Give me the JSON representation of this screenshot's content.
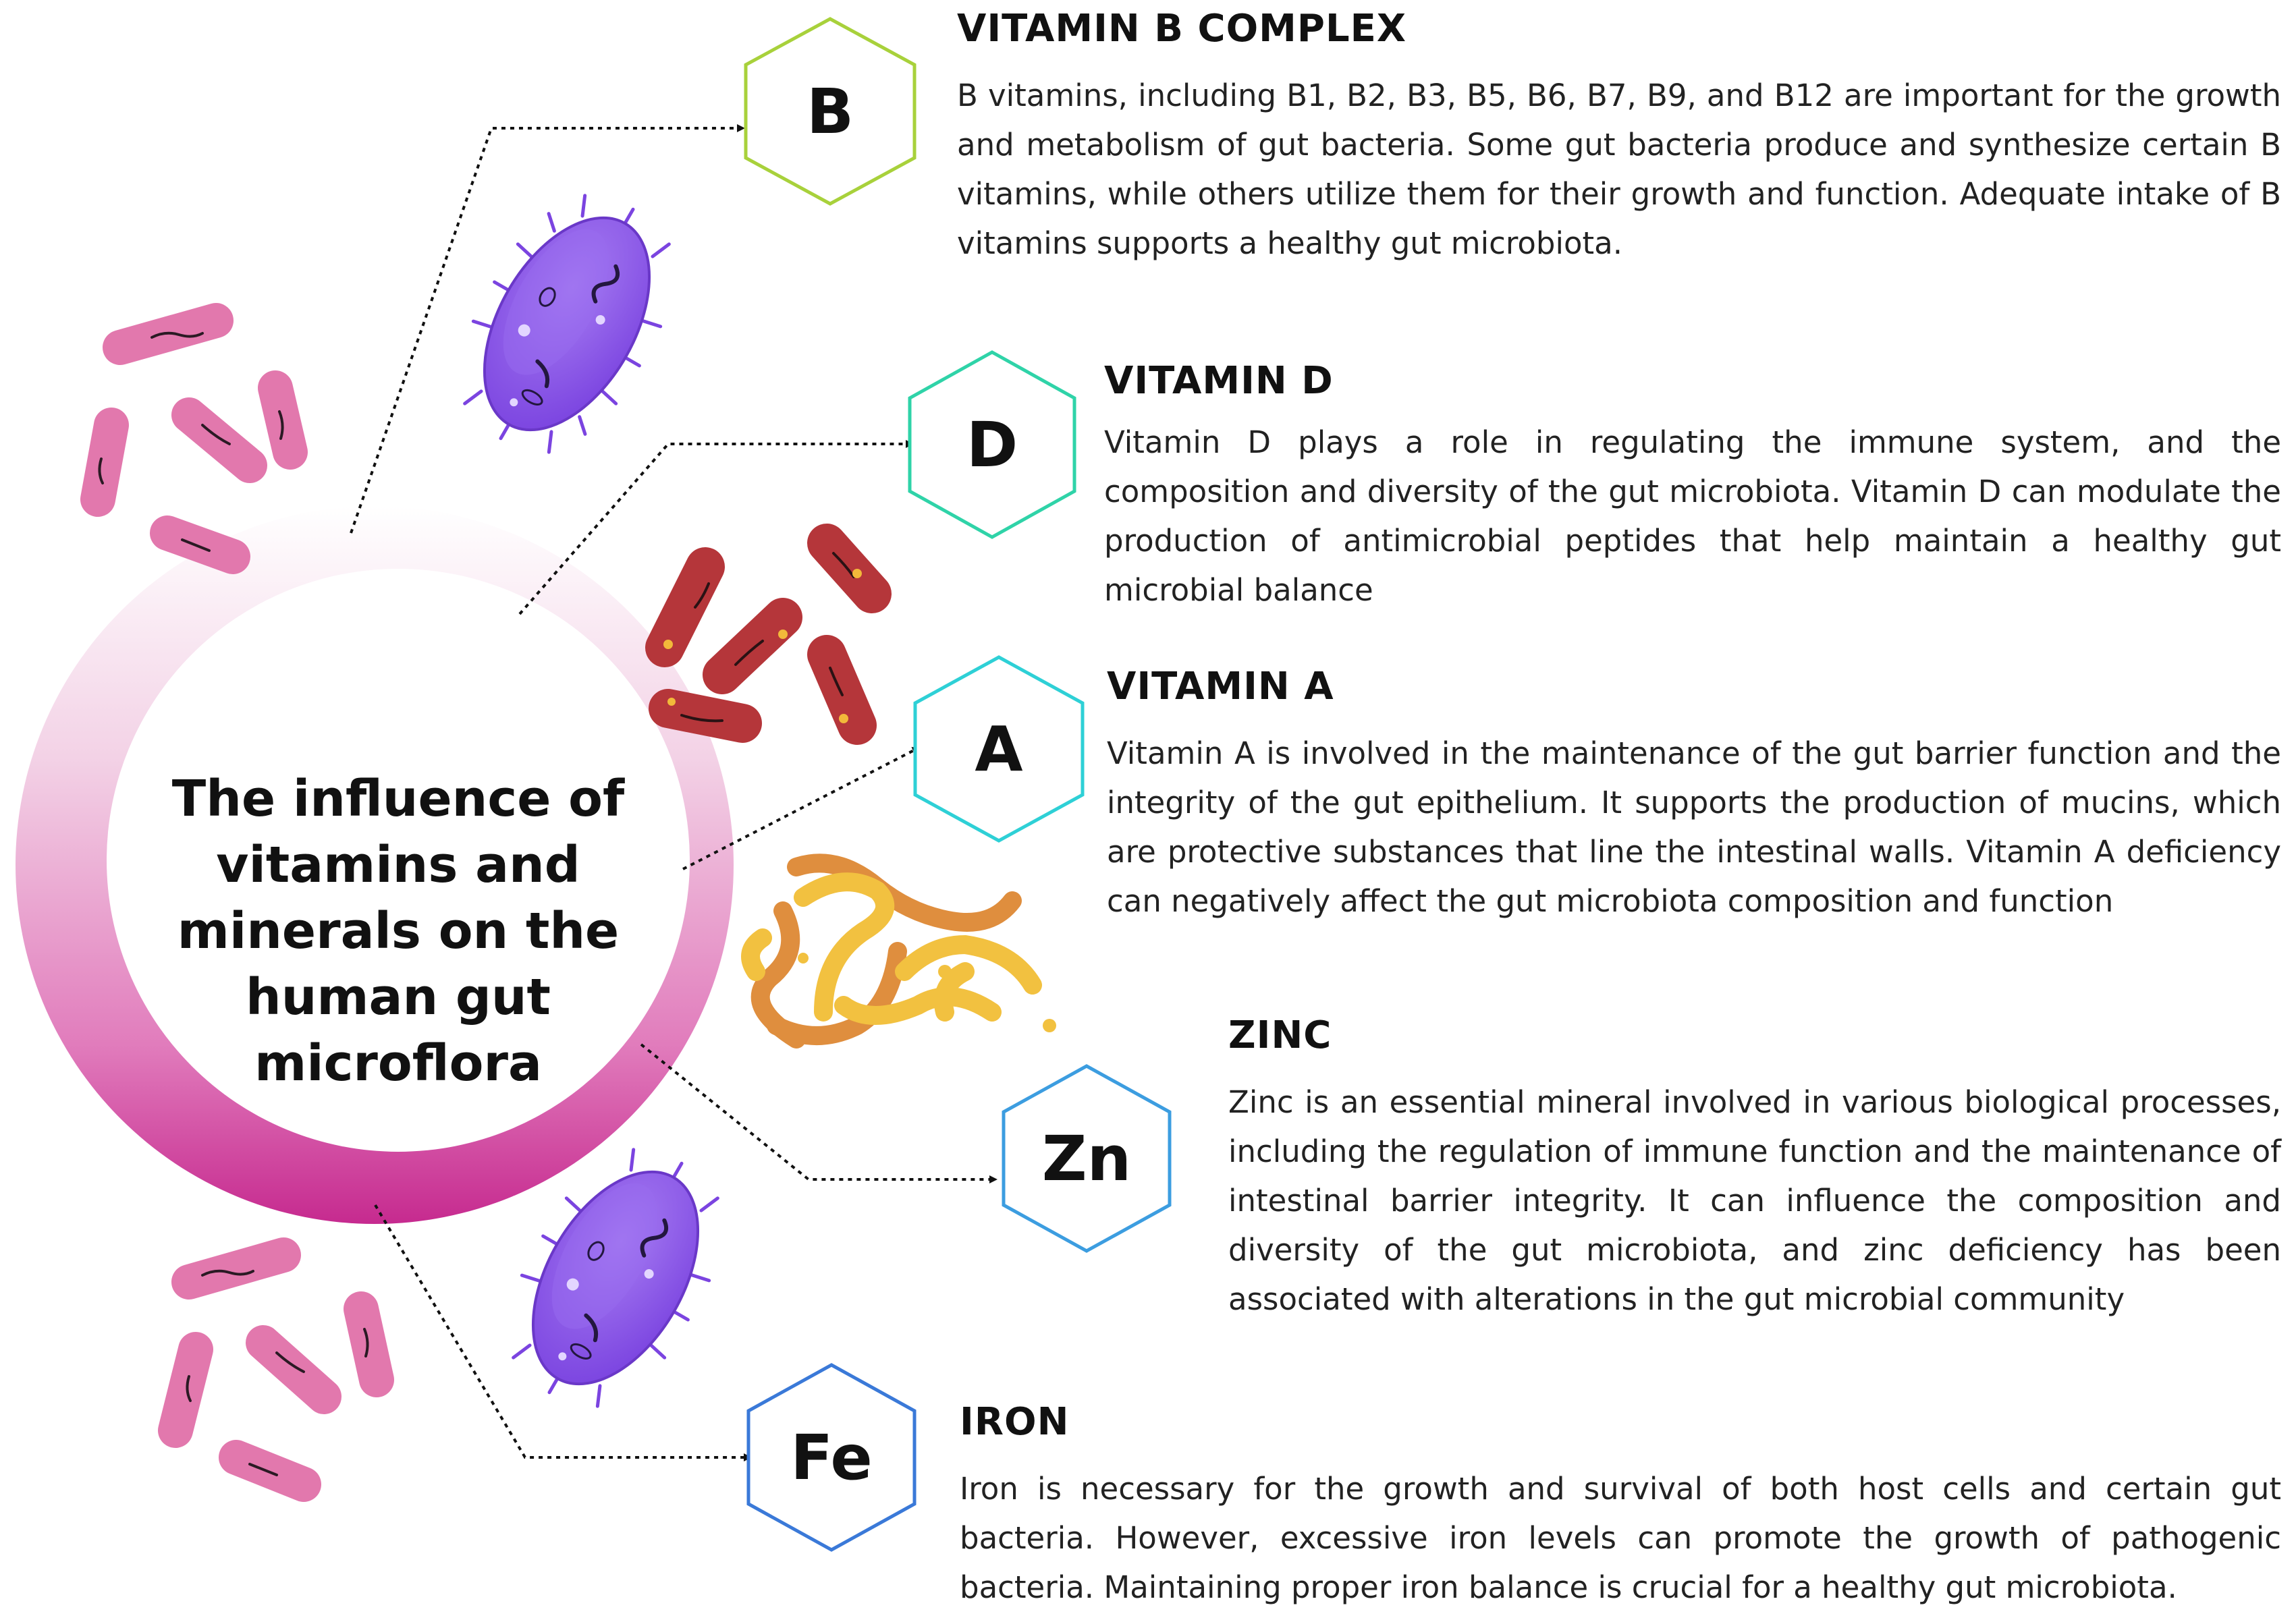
{
  "title_lines": [
    "The influence of",
    "vitamins and",
    "minerals on the",
    "human gut",
    "microflora"
  ],
  "colors": {
    "b": "#a8d13b",
    "d": "#2fd3a8",
    "a": "#2ed0d6",
    "zn": "#3c9de0",
    "fe": "#3a79d8",
    "ring": "#d0369c",
    "purple_bacterium": "#8a55e8",
    "pink_bacterium": "#e278ad",
    "red_bacterium": "#b5363a",
    "worm_orange": "#df8e3e",
    "worm_yellow": "#f2c140"
  },
  "nutrients": [
    {
      "symbol": "B",
      "heading": "VITAMIN B COMPLEX",
      "text": "B vitamins, including B1, B2, B3, B5, B6, B7, B9, and B12 are important for the growth and metabolism of gut bacteria. Some gut bacteria produce and synthesize certain B vitamins, while others utilize them for their growth and function. Adequate intake of B vitamins supports a healthy gut microbiota."
    },
    {
      "symbol": "D",
      "heading": "VITAMIN D",
      "text": "Vitamin D plays a role in regulating the immune system, and the composition and diversity of the gut microbiota. Vitamin D can modulate the production of antimicrobial peptides that help maintain a healthy gut microbial balance"
    },
    {
      "symbol": "A",
      "heading": "VITAMIN A",
      "text": "Vitamin A is involved in the maintenance of the gut barrier function and the integrity of the gut epithelium. It supports the production of mucins, which are protective substances that line the intestinal walls. Vitamin A deficiency can negatively affect the gut microbiota composition and function"
    },
    {
      "symbol": "Zn",
      "heading": "ZINC",
      "text": "Zinc is an essential mineral involved in various biological processes, including the regulation of immune function and the maintenance of intestinal barrier integrity. It can influence the composition and diversity of the gut microbiota, and zinc deficiency has been associated with alterations in the gut microbial community"
    },
    {
      "symbol": "Fe",
      "heading": "IRON",
      "text": "Iron is necessary for the growth and survival of both host cells and certain gut bacteria. However, excessive iron levels can promote the growth of pathogenic bacteria. Maintaining proper iron balance is crucial for a healthy gut microbiota."
    }
  ]
}
